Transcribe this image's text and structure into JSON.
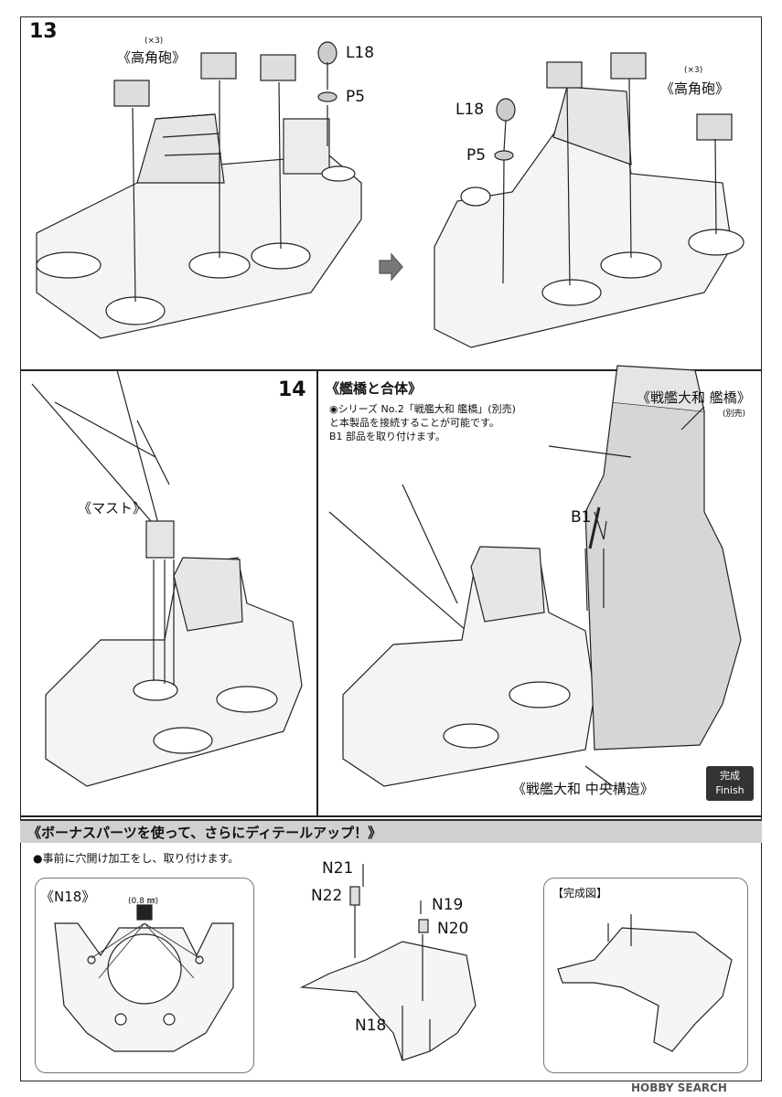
{
  "step13": {
    "number": "13",
    "left_view": {
      "aa_qty": "(×3)",
      "aa_label": "《高角砲》",
      "part_l18": "L18",
      "part_p5": "P5"
    },
    "right_view": {
      "aa_qty": "(×3)",
      "aa_label": "《高角砲》",
      "part_l18": "L18",
      "part_p5": "P5"
    }
  },
  "step14": {
    "number": "14",
    "mast_label": "《マスト》"
  },
  "combine": {
    "title": "《艦橋と合体》",
    "note_lines": [
      "◉シリーズ No.2「戦艦大和 艦橋」(別売)",
      "と本製品を接続することが可能です。",
      "B1 部品を取り付けます。"
    ],
    "bridge_label": "《戦艦大和 艦橋》",
    "bridge_sub": "(別売)",
    "part_b1": "B1",
    "center_label": "《戦艦大和 中央構造》",
    "finish_jp": "完成",
    "finish_en": "Finish"
  },
  "bonus": {
    "header": "《ボーナスパーツを使って、さらにディテールアップ！》",
    "instruction": "●事前に穴開け加工をし、取り付けます。",
    "n18_box_label": "《N18》",
    "drill_size": "(0.8 ㎜)",
    "parts": {
      "n21": "N21",
      "n22": "N22",
      "n19": "N19",
      "n20": "N20",
      "n18": "N18"
    },
    "complete_label": "【完成図】"
  },
  "watermark": "HOBBY SEARCH"
}
